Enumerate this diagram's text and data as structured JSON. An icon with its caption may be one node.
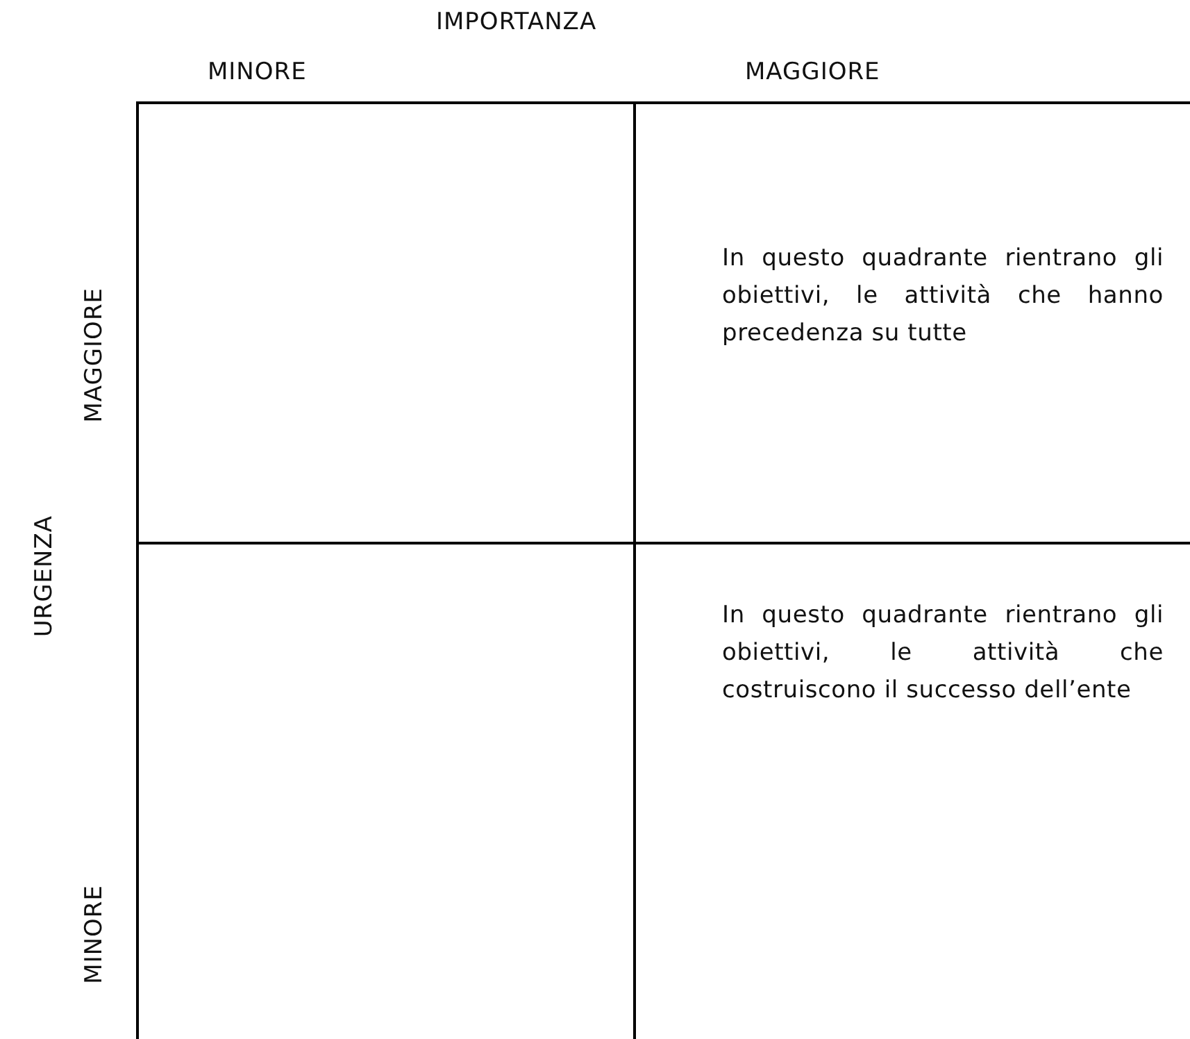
{
  "diagram": {
    "nodes": [
      {
        "text": [],
        "shape": "box"
      },
      {
        "text": [
          "In questo quadrante rientrano gli obiettivi, le attività che hanno precedenza su tutte"
        ]
      },
      {
        "text": [],
        "shape": "box"
      },
      {
        "text": [
          "In questo quadrante rientrano gli obiettivi, le attività che costruiscono il successo dell’ente"
        ]
      }
    ],
    "edges": [],
    "labels": [
      "IMPORTANZA",
      "MINORE",
      "MAGGIORE",
      "URGENZA",
      "MAGGIORE",
      "MINORE"
    ]
  }
}
